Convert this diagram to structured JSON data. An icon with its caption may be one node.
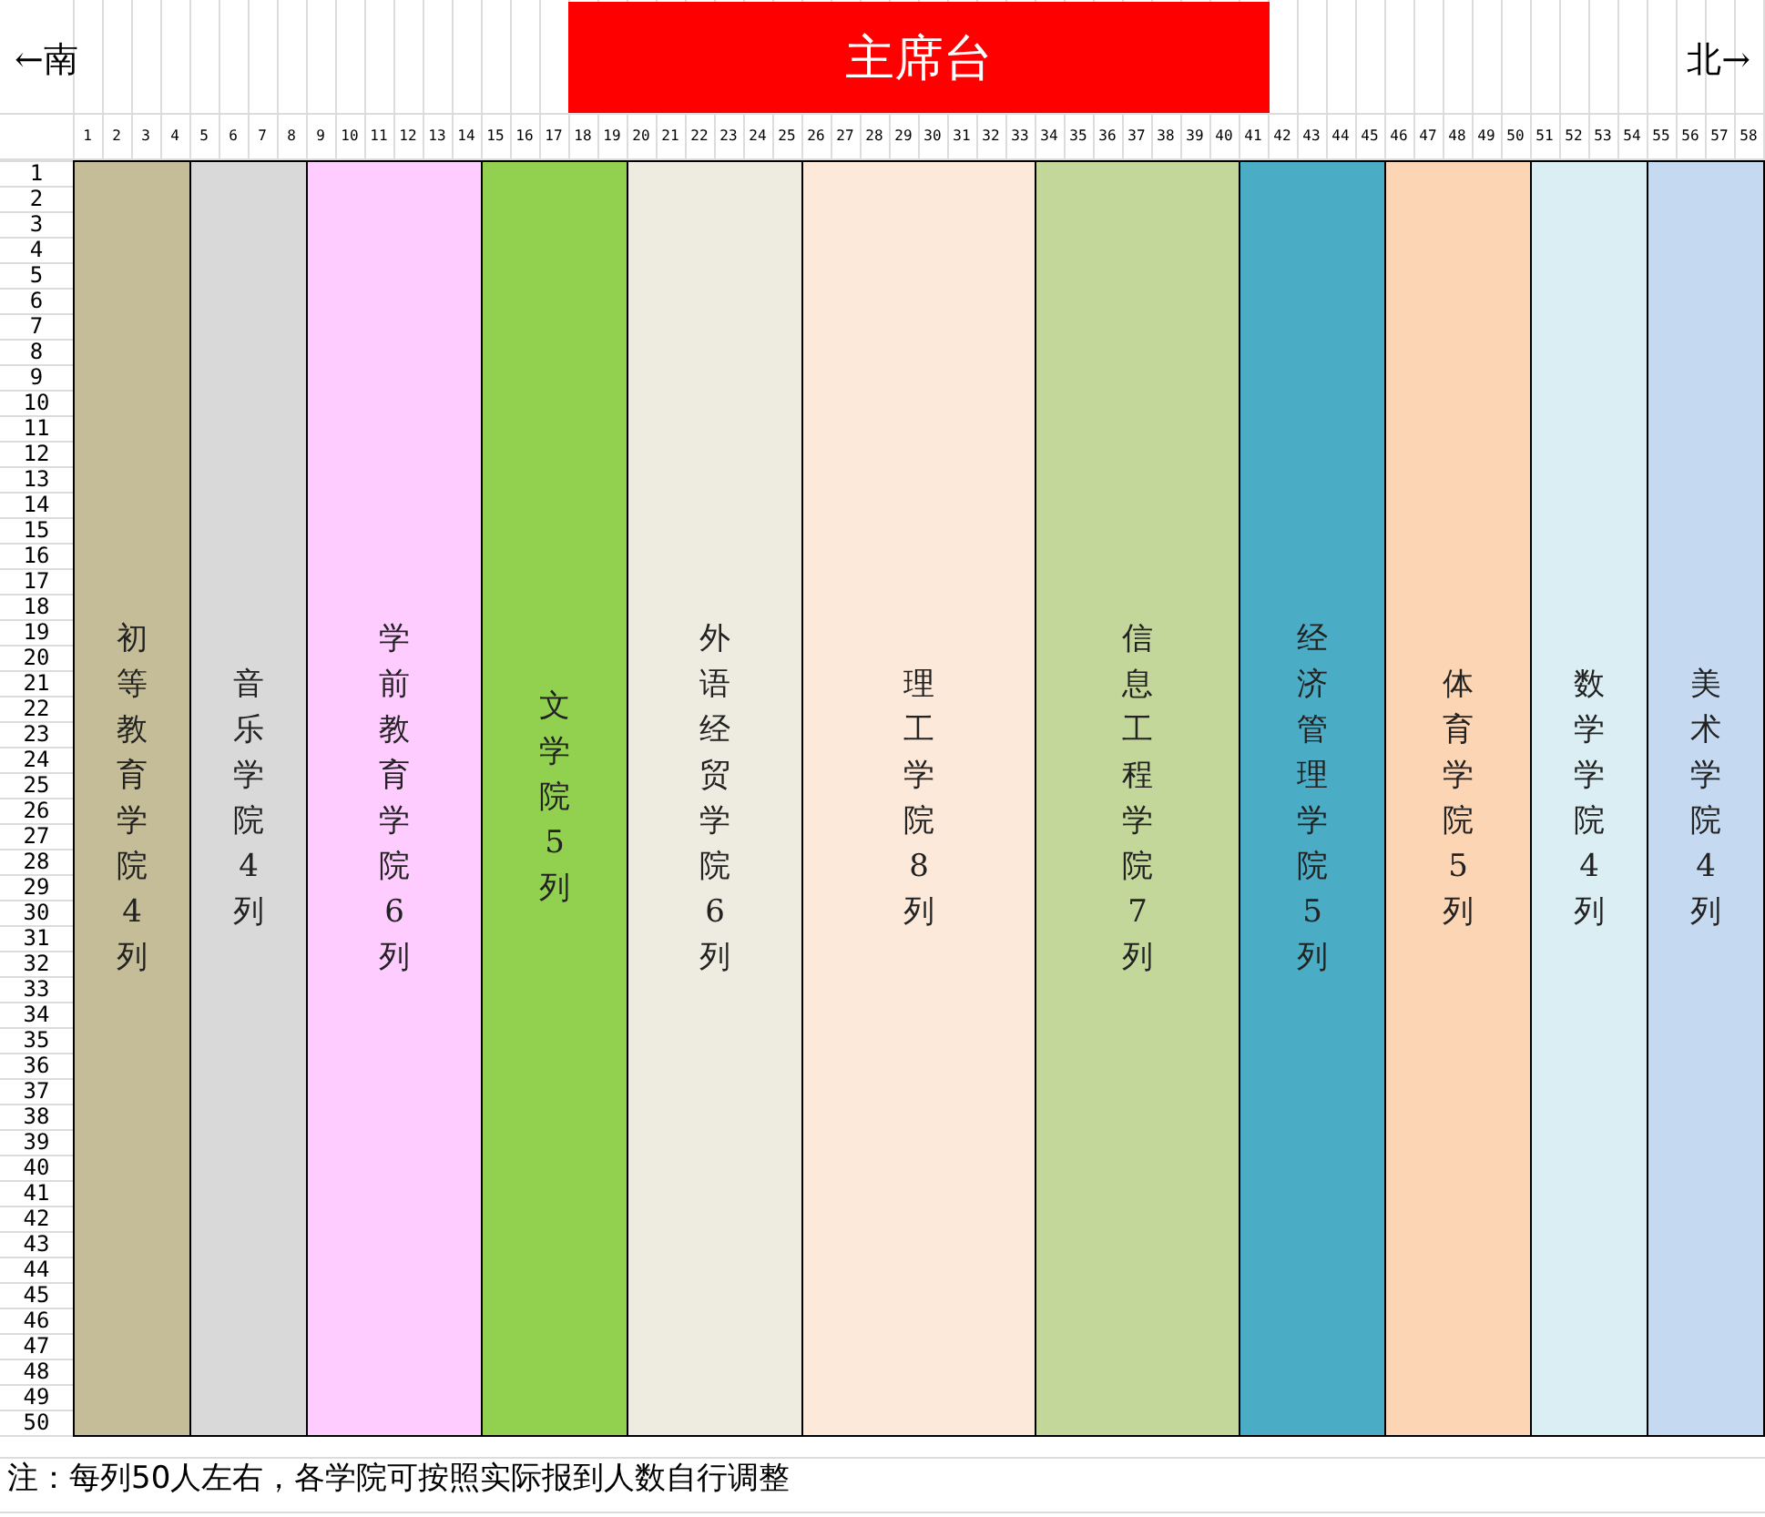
{
  "diagram": {
    "nodes": [
      {
        "text": [
          "主席台"
        ]
      },
      {
        "text": [
          "初等教育学院4列"
        ]
      },
      {
        "text": [
          "音乐学院4列"
        ]
      },
      {
        "text": [
          "学前教育学院6列"
        ]
      },
      {
        "text": [
          "文学院5列"
        ]
      },
      {
        "text": [
          "外语经贸学院6列"
        ]
      },
      {
        "text": [
          "理工学院8列"
        ]
      },
      {
        "text": [
          "信息工程学院7列"
        ]
      },
      {
        "text": [
          "经济管理学院5列"
        ]
      },
      {
        "text": [
          "体育学院5列"
        ]
      },
      {
        "text": [
          "数学学院4列"
        ]
      },
      {
        "text": [
          "美术学院4列"
        ]
      }
    ],
    "labels": [
      "←南",
      "北→",
      "1",
      "2",
      "3",
      "4",
      "5",
      "6",
      "7",
      "8",
      "9",
      "10",
      "11",
      "12",
      "13",
      "14",
      "15",
      "16",
      "17",
      "18",
      "19",
      "20",
      "21",
      "22",
      "23",
      "24",
      "25",
      "26",
      "27",
      "28",
      "29",
      "30",
      "31",
      "32",
      "33",
      "34",
      "35",
      "36",
      "37",
      "38",
      "39",
      "40",
      "41",
      "42",
      "43",
      "44",
      "45",
      "46",
      "47",
      "48",
      "49",
      "50",
      "51",
      "52",
      "53",
      "54",
      "55",
      "56",
      "57",
      "58",
      "1",
      "2",
      "3",
      "4",
      "5",
      "6",
      "7",
      "8",
      "9",
      "10",
      "11",
      "12",
      "13",
      "14",
      "15",
      "16",
      "17",
      "18",
      "19",
      "20",
      "21",
      "22",
      "23",
      "24",
      "25",
      "26",
      "27",
      "28",
      "29",
      "30",
      "31",
      "32",
      "33",
      "34",
      "35",
      "36",
      "37",
      "38",
      "39",
      "40",
      "41",
      "42",
      "43",
      "44",
      "45",
      "46",
      "47",
      "48",
      "49",
      "50",
      "注：每列50人左右，各学院可按照实际报到人数自行调整"
    ]
  }
}
